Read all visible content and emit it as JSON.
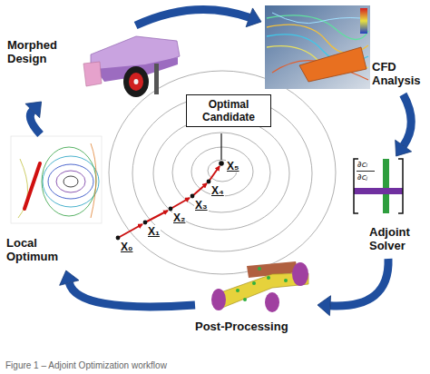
{
  "diagram": {
    "caption": "Figure 1 – Adjoint Optimization workflow",
    "nodes": [
      {
        "text": [
          "Morphed Design"
        ]
      },
      {
        "text": [
          "CFD Analysis"
        ]
      },
      {
        "text": [
          "Adjoint Solver"
        ]
      },
      {
        "text": [
          "Post-Processing"
        ]
      },
      {
        "text": [
          "Local Optimum"
        ]
      },
      {
        "text": [
          "Optimal Candidate"
        ]
      }
    ],
    "edges": [
      {
        "from": 0,
        "to": 1,
        "arrow": "to"
      },
      {
        "from": 1,
        "to": 2,
        "arrow": "to"
      },
      {
        "from": 2,
        "to": 3,
        "arrow": "to"
      },
      {
        "from": 3,
        "to": 4,
        "arrow": "to"
      },
      {
        "from": 4,
        "to": 0,
        "arrow": "to"
      }
    ],
    "labels": [
      "∂cₗ",
      "∂cⱼ",
      "X₀",
      "X₁",
      "X₂",
      "X₃",
      "X₄",
      "X₅"
    ]
  }
}
